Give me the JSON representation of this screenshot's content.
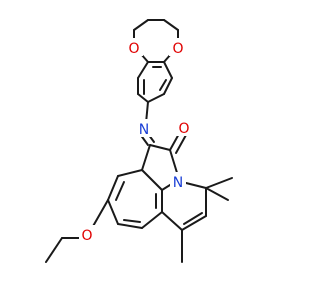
{
  "molecule": {
    "colors": {
      "bond": "#1a1a1a",
      "oxygen": "#e00000",
      "nitrogen": "#1a3fd6",
      "background": "#ffffff"
    },
    "atoms": {
      "dioxane_o_left": "O",
      "dioxane_o_right": "O",
      "imine_n": "N",
      "carbonyl_o": "O",
      "ring_n": "N",
      "ethoxy_o": "O"
    }
  }
}
